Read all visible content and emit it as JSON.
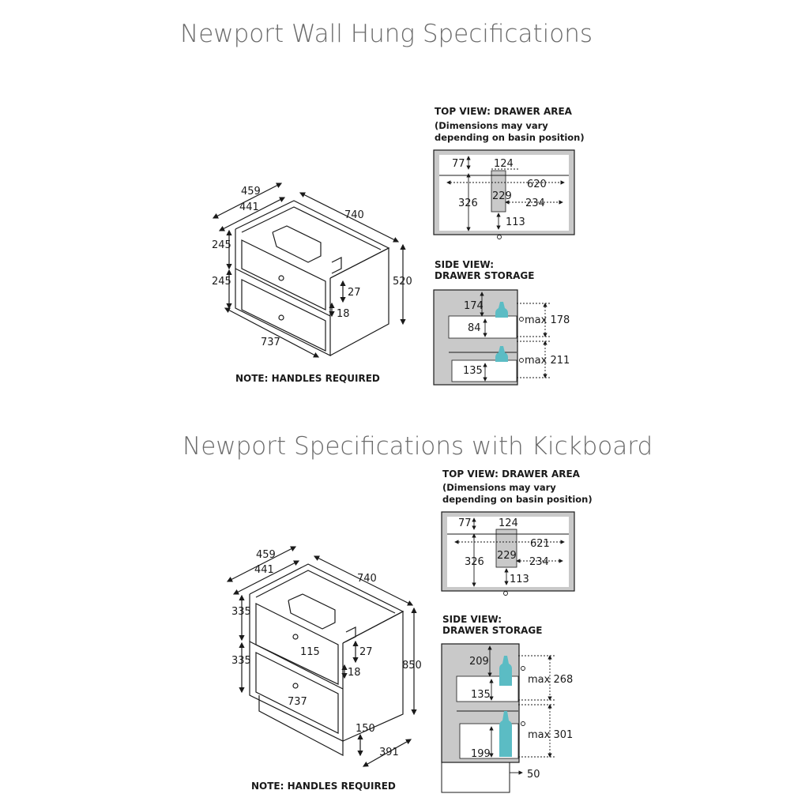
{
  "wall_hung": {
    "title": "Newport Wall Hung Specifications",
    "note": "NOTE: HANDLES REQUIRED",
    "cabinet_dims": {
      "depth_outer": "459",
      "depth_inner": "441",
      "width_top": "740",
      "width_front": "737",
      "height": "520",
      "drawer_top": "245",
      "drawer_bottom": "245",
      "gap": "27",
      "side": "18"
    },
    "top_view": {
      "heading": "TOP VIEW: DRAWER AREA",
      "subheading_1": "(Dimensions may vary",
      "subheading_2": "depending on basin position)",
      "dims": {
        "a": "77",
        "b": "124",
        "c": "620",
        "d": "326",
        "e": "229",
        "f": "234",
        "g": "113"
      }
    },
    "side_view": {
      "heading_1": "SIDE VIEW:",
      "heading_2": "DRAWER STORAGE",
      "dims": {
        "upper_height": "174",
        "upper_tray": "84",
        "upper_max": "max 178",
        "lower_tray": "135",
        "lower_max": "max 211"
      }
    }
  },
  "kickboard": {
    "title": "Newport Specifications with Kickboard",
    "note": "NOTE: HANDLES REQUIRED",
    "cabinet_dims": {
      "depth_outer": "459",
      "depth_inner": "441",
      "width_top": "740",
      "width_front": "737",
      "height": "850",
      "drawer_top": "335",
      "drawer_bottom": "335",
      "handle": "115",
      "gap": "27",
      "side": "18",
      "kick_height": "150",
      "kick_depth": "391"
    },
    "top_view": {
      "heading": "TOP VIEW: DRAWER AREA",
      "subheading_1": "(Dimensions may vary",
      "subheading_2": "depending on basin position)",
      "dims": {
        "a": "77",
        "b": "124",
        "c": "621",
        "d": "326",
        "e": "229",
        "f": "234",
        "g": "113"
      }
    },
    "side_view": {
      "heading_1": "SIDE VIEW:",
      "heading_2": "DRAWER STORAGE",
      "dims": {
        "upper_height": "209",
        "upper_tray": "135",
        "upper_max": "max 268",
        "lower_tray": "199",
        "lower_max": "max 301",
        "kick": "50"
      }
    }
  },
  "colors": {
    "title": "#6b6b6b",
    "panel_fill": "#c9c9c9",
    "bottle": "#5bbcc4",
    "line": "#1a1a1a"
  }
}
